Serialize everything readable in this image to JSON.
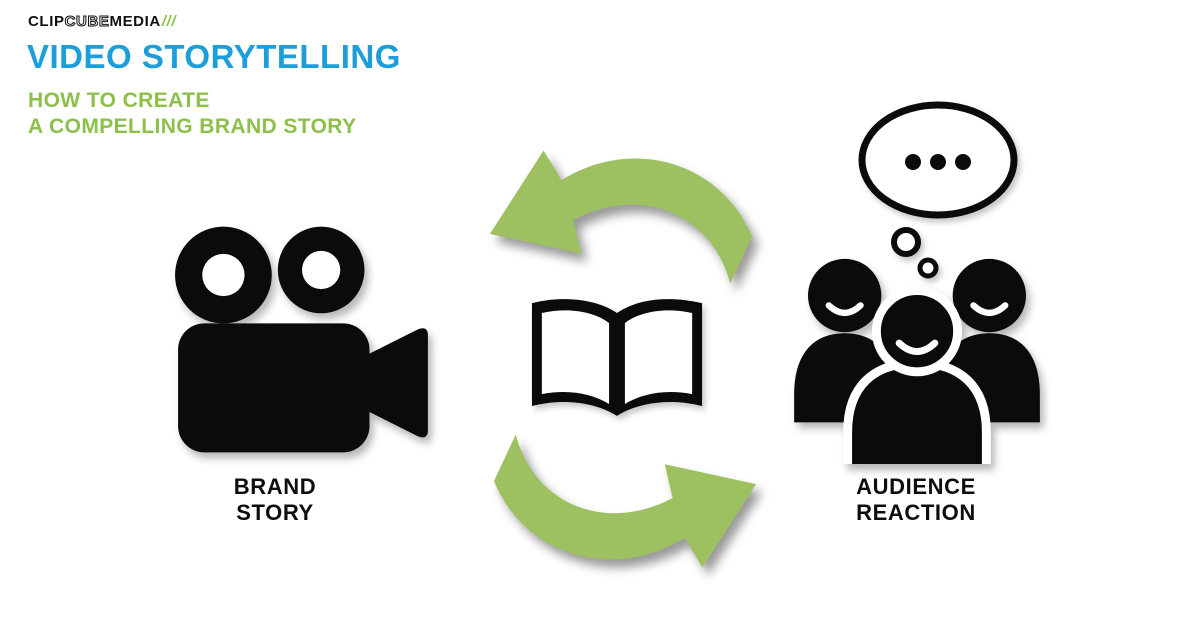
{
  "brand": {
    "logo_clip": "CLIP",
    "logo_cube": "CUBE",
    "logo_media": "MEDIA",
    "logo_slashes": "///"
  },
  "header": {
    "title": "VIDEO STORYTELLING",
    "subtitle_line1": "HOW TO CREATE",
    "subtitle_line2": "A COMPELLING BRAND STORY"
  },
  "diagram": {
    "brand_label_line1": "BRAND",
    "brand_label_line2": "STORY",
    "audience_label_line1": "AUDIENCE",
    "audience_label_line2": "REACTION",
    "bubble_dots": "•••",
    "icons": [
      "video-camera-icon",
      "open-book-icon",
      "cycle-arrow-top-icon",
      "cycle-arrow-bottom-icon",
      "audience-group-icon",
      "thought-bubble-icon"
    ]
  },
  "colors": {
    "title_blue": "#1b9ed9",
    "text_green": "#8dc04b",
    "arrow_green": "#9dc161",
    "icon_black": "#0b0b0b",
    "shadow_gray": "rgba(0,0,0,0.35)"
  }
}
